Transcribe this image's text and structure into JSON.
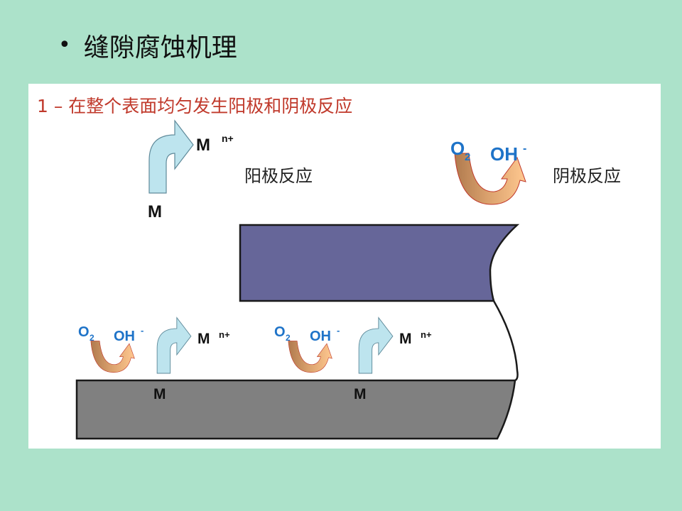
{
  "slide": {
    "bullet": "•",
    "title": "缝隙腐蚀机理"
  },
  "diagram": {
    "heading": "1 – 在整个表面均匀发生阳极和阴极反应",
    "anode_label": "阳极反应",
    "cathode_label": "阴极反应",
    "metal": "M",
    "metal_ion": "M",
    "ion_charge": "n+",
    "oxygen": "O",
    "oxygen_sub": "2",
    "hydroxide": "OH",
    "hydroxide_charge": "-",
    "colors": {
      "background": "#ace2ca",
      "crevice_former": "#666699",
      "metal_base": "#808080",
      "anode_arrow": "#bde4ee",
      "cathode_arrow_dark": "#b07a4e",
      "cathode_arrow_light": "#ffc890",
      "heading": "#c0392b",
      "chem_blue": "#1e73c8"
    }
  }
}
